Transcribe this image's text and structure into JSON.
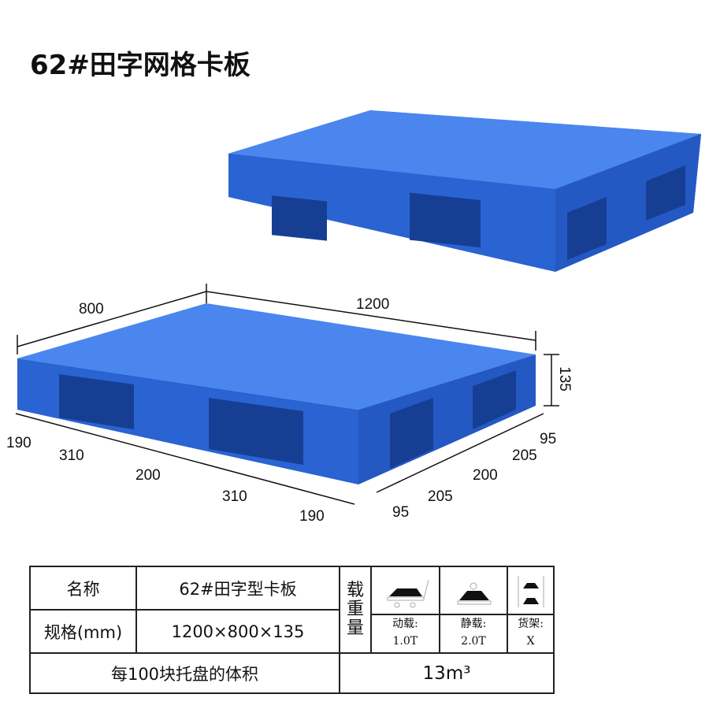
{
  "title": "62#田字网格卡板",
  "dimensions": {
    "width": "800",
    "length": "1200",
    "height": "135",
    "front": [
      "190",
      "310",
      "200",
      "310",
      "190"
    ],
    "side": [
      "95",
      "205",
      "200",
      "205",
      "95"
    ]
  },
  "spec_table": {
    "name_label": "名称",
    "name_value": "62#田字型卡板",
    "size_label": "规格(mm)",
    "size_value": "1200×800×135",
    "volume_label": "每100块托盘的体积",
    "volume_value": "13m³",
    "load_label": "载重量",
    "loads": [
      {
        "label": "动载:",
        "value": "1.0T",
        "icon": "dynamic-load-icon"
      },
      {
        "label": "静载:",
        "value": "2.0T",
        "icon": "static-load-icon"
      },
      {
        "label": "货架:",
        "value": "X",
        "icon": "rack-load-icon"
      }
    ]
  },
  "colors": {
    "pallet": "#2f6fe0",
    "pallet_dark": "#1f4fb8"
  }
}
